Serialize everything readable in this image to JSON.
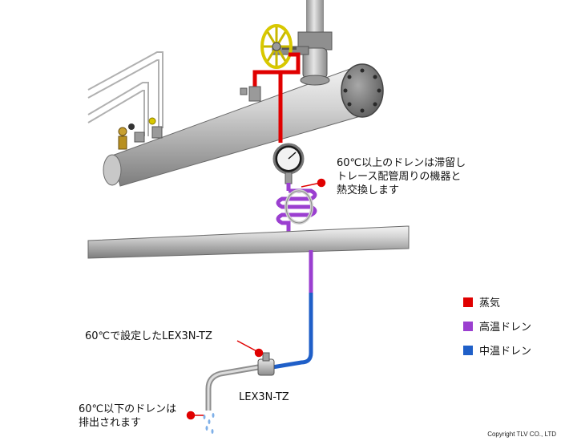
{
  "annotations": {
    "heat_exchange": {
      "lines": [
        "60℃以上のドレンは滞留し",
        "トレース配管周りの機器と",
        "熱交換します"
      ]
    },
    "trap_setting": {
      "text": "60℃で設定したLEX3N-TZ"
    },
    "trap_name": {
      "text": "LEX3N-TZ"
    },
    "discharge": {
      "lines": [
        "60℃以下のドレンは",
        "排出されます"
      ]
    }
  },
  "legend": {
    "items": [
      {
        "label": "蒸気",
        "color": "#e00000"
      },
      {
        "label": "高温ドレン",
        "color": "#9b3fd0"
      },
      {
        "label": "中温ドレン",
        "color": "#1f5fc8"
      }
    ]
  },
  "colors": {
    "steam": "#e00000",
    "high_temp_drain": "#9b3fd0",
    "mid_temp_drain": "#1f5fc8",
    "valve_wheel": "#d8c800",
    "marker": "#e00000"
  },
  "copyright": "Copyright TLV CO., LTD"
}
